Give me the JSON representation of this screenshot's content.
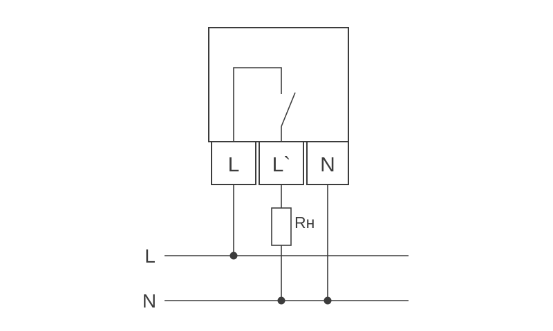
{
  "diagram": {
    "colors": {
      "line": "#3c3c3c",
      "background": "#ffffff"
    },
    "device": {
      "terminals": [
        {
          "label": "L"
        },
        {
          "label": "L`"
        },
        {
          "label": "N"
        }
      ]
    },
    "load": {
      "label": "Rн"
    },
    "supply": {
      "line": {
        "label": "L"
      },
      "neutral": {
        "label": "N"
      }
    }
  }
}
